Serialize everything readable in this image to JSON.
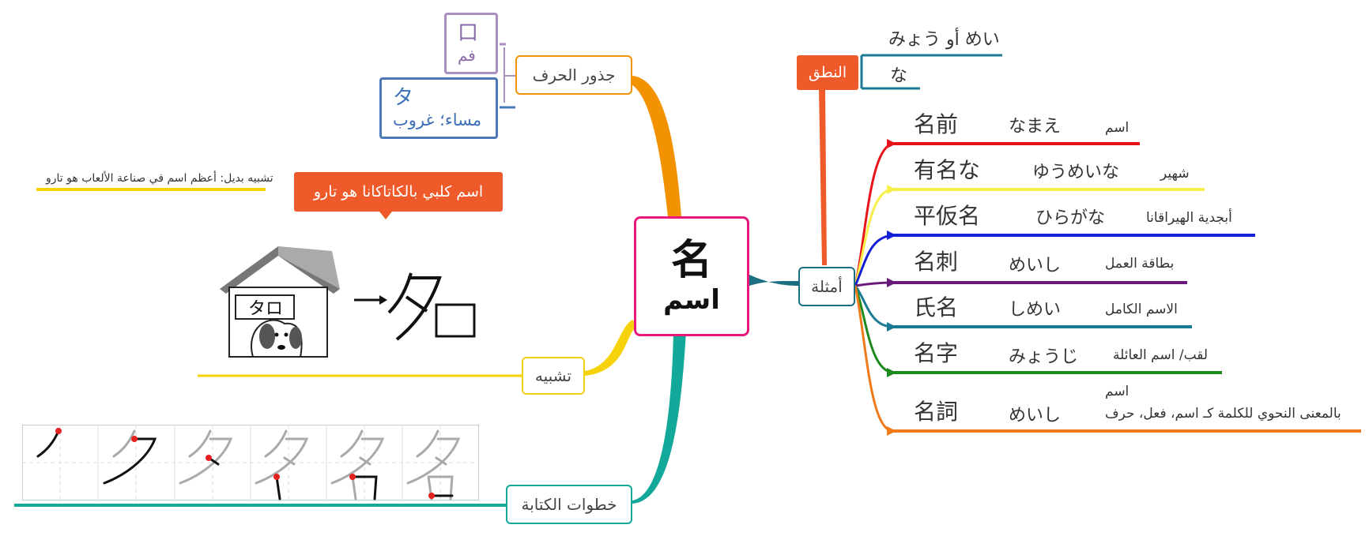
{
  "center": {
    "kanji": "名",
    "meaning": "اسم"
  },
  "branches": {
    "radicals": "جذور الحرف",
    "analogy": "تشبيه",
    "writing_steps": "خطوات الكتابة",
    "examples": "أمثلة",
    "pronunciation": "النطق"
  },
  "radicals": [
    {
      "glyph": "口",
      "meaning": "فم"
    },
    {
      "glyph": "タ",
      "meaning": "مساء؛ غروب"
    }
  ],
  "analogy": {
    "callout": "اسم كلبي بالكاتاكانا هو تارو",
    "alt_note": "تشبيه بديل: أعظم اسم في صناعة الألعاب هو تارو",
    "sign_text": "タロ"
  },
  "pronunciation": {
    "on": "めい أو みょう",
    "kun": "な"
  },
  "examples": [
    {
      "word": "名前",
      "reading": "なまえ",
      "meaning": "اسم",
      "color": "#e8141a"
    },
    {
      "word": "有名な",
      "reading": "ゆうめいな",
      "meaning": "شهير",
      "color": "#f7f04a"
    },
    {
      "word": "平仮名",
      "reading": "ひらがな",
      "meaning": "أبجدية الهيراقانا",
      "color": "#1420d6"
    },
    {
      "word": "名刺",
      "reading": "めいし",
      "meaning": "بطاقة العمل",
      "color": "#6a1a7a"
    },
    {
      "word": "氏名",
      "reading": "しめい",
      "meaning": "الاسم الكامل",
      "color": "#1b7a94"
    },
    {
      "word": "名字",
      "reading": "みょうじ",
      "meaning": "لقب/ اسم العائلة",
      "color": "#1e8a1e"
    },
    {
      "word": "名詞",
      "reading": "めいし",
      "meaning": "اسم",
      "meaning2": "بالمعنى النحوي للكلمة كـ اسم، فعل، حرف",
      "color": "#f07a1a"
    }
  ],
  "colors": {
    "center": "#e8197b",
    "radicals": "#f39200",
    "analogy": "#f6d20a",
    "writing": "#12a89a",
    "examples": "#1b6f80",
    "pronunciation": "#ef5a2a",
    "radical_mouth": "#a990c0",
    "radical_evening": "#4a78b8"
  }
}
